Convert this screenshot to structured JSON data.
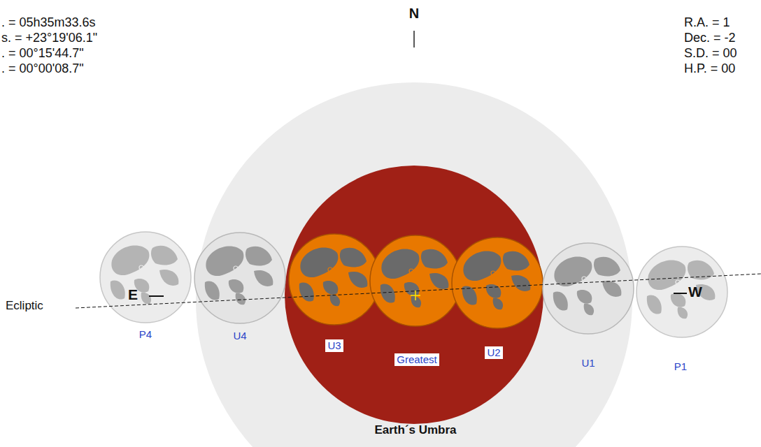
{
  "diagram": {
    "nodes": [
      {
        "text": [
          "P4"
        ]
      },
      {
        "text": [
          "U4"
        ]
      },
      {
        "text": [
          "U3"
        ]
      },
      {
        "text": [
          "Greatest"
        ]
      },
      {
        "text": [
          "U2"
        ]
      },
      {
        "text": [
          "U1"
        ]
      },
      {
        "text": [
          "P1"
        ]
      }
    ],
    "labels": [
      ". = 05h35m33.6s",
      "s. = +23°19'06.1\"",
      ". = 00°15'44.7\"",
      ". = 00°00'08.7\"",
      "N",
      "R.A. = 1",
      "Dec. = -2",
      "S.D. = 00",
      "H.P. = 00",
      "E",
      "W",
      "Ecliptic",
      "Earth´s Umbra"
    ]
  }
}
